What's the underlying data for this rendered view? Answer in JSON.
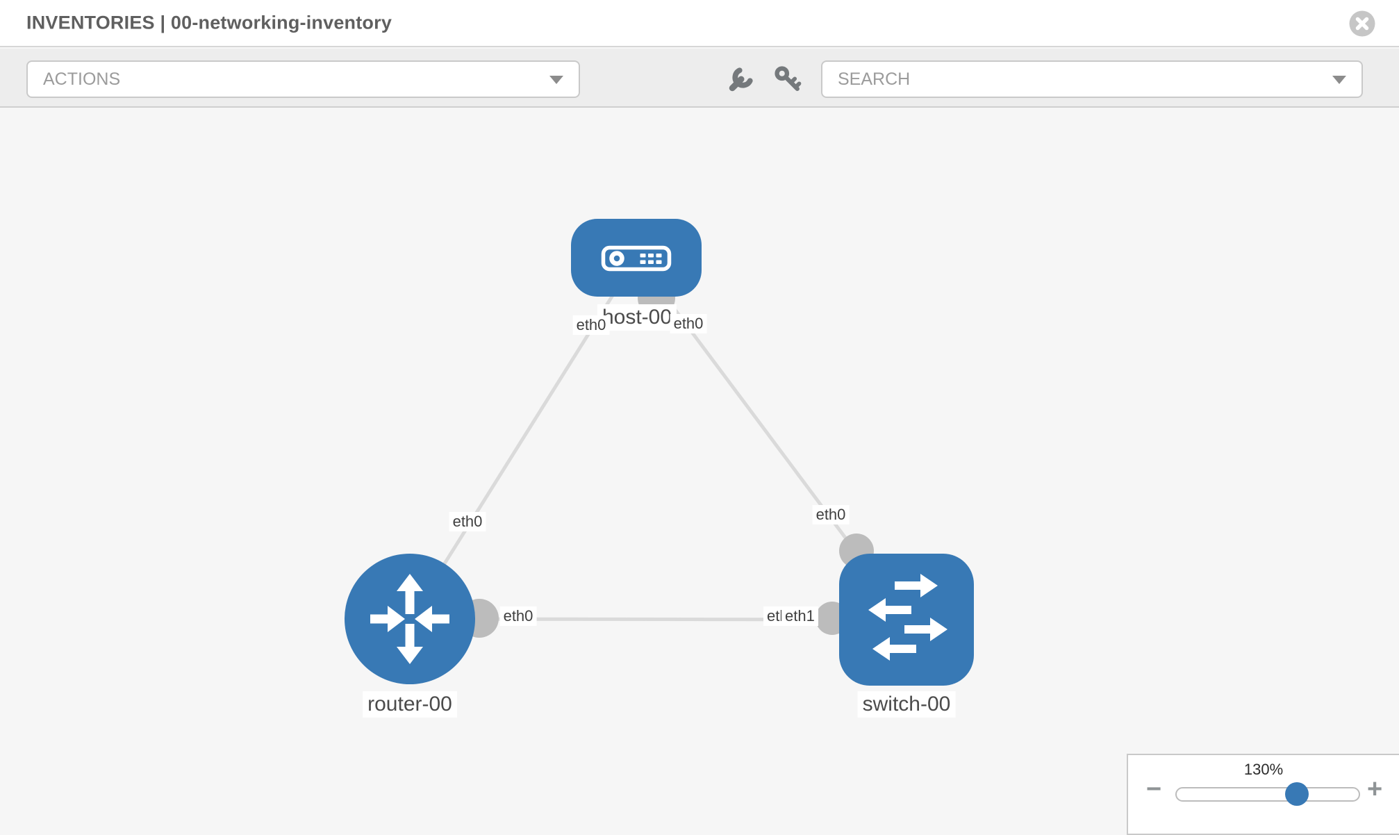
{
  "window": {
    "title": "INVENTORIES | 00-networking-inventory"
  },
  "toolbar": {
    "actions_placeholder": "ACTIONS",
    "search_placeholder": "SEARCH",
    "tools": {
      "wrench": "wrench-icon",
      "key": "key-icon"
    }
  },
  "canvas_labels": {
    "host": "host-00",
    "router": "router-00",
    "switch": "switch-00",
    "eth_host_left": "eth0",
    "eth_host_right": "eth0",
    "eth_link_router_host": "eth0",
    "eth_link_host_switch": "eth0",
    "eth_link_router_switch_a": "eth0",
    "eth_link_router_switch_b_under": "eth0",
    "eth_link_router_switch_b_over": "eth1"
  },
  "topology": {
    "nodes": [
      {
        "id": "host-00",
        "type": "host"
      },
      {
        "id": "router-00",
        "type": "router"
      },
      {
        "id": "switch-00",
        "type": "switch"
      }
    ],
    "links": [
      {
        "source": "host-00",
        "source_interface": "eth0",
        "target": "router-00",
        "target_interface": "eth0"
      },
      {
        "source": "host-00",
        "source_interface": "eth0",
        "target": "switch-00",
        "target_interface": "eth0"
      },
      {
        "source": "router-00",
        "source_interface": "eth0",
        "target": "switch-00",
        "target_interface": "eth1"
      }
    ]
  },
  "zoom_control": {
    "level_label": "130%",
    "percent": 130,
    "minus_label": "−",
    "plus_label": "+"
  },
  "colors": {
    "node_blue": "#3879b5",
    "connector_gray": "#bcbcbc",
    "link_gray": "#dadada",
    "canvas_bg": "#f6f6f6",
    "toolbar_bg": "#ededed"
  }
}
